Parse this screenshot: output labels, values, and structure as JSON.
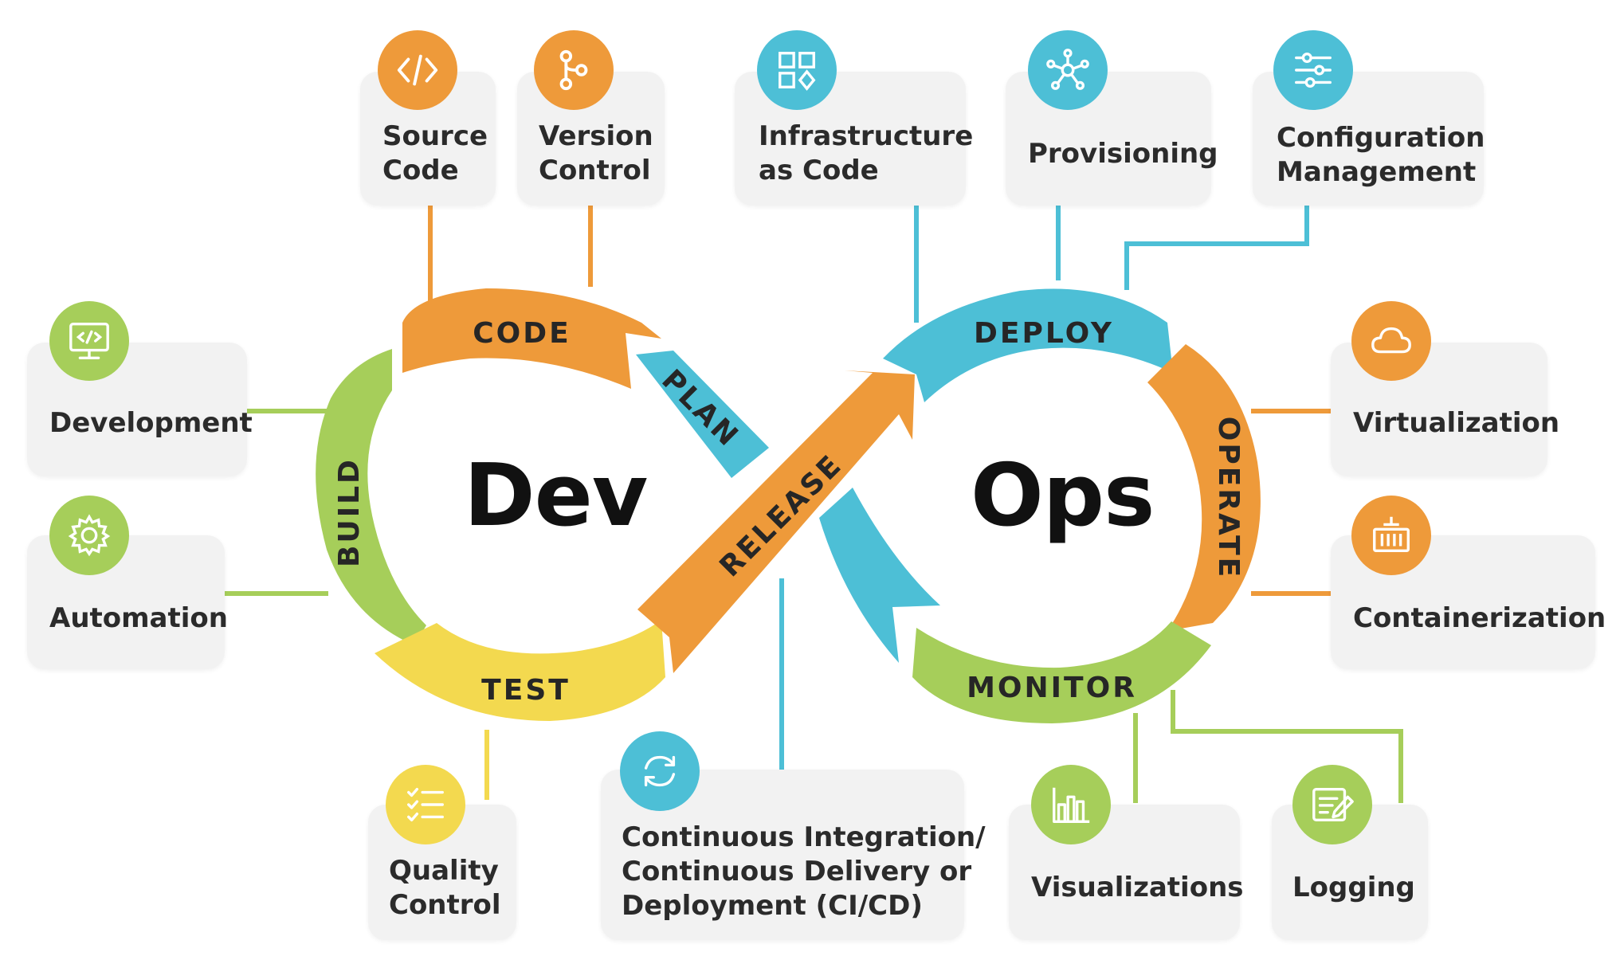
{
  "center": {
    "dev": "Dev",
    "ops": "Ops"
  },
  "stages": {
    "code": "CODE",
    "plan": "PLAN",
    "build": "BUILD",
    "test": "TEST",
    "release": "RELEASE",
    "deploy": "DEPLOY",
    "operate": "OPERATE",
    "monitor": "MONITOR"
  },
  "cards": {
    "source_code": "Source\nCode",
    "version_control": "Version\nControl",
    "iac": "Infrastructure\nas Code",
    "provisioning": "Provisioning",
    "config_mgmt": "Configuration\nManagement",
    "development": "Development",
    "automation": "Automation",
    "virtualization": "Virtualization",
    "containerization": "Containerization",
    "quality_control": "Quality\nControl",
    "cicd": "Continuous Integration/\nContinuous Delivery or\nDeployment (CI/CD)",
    "visualizations": "Visualizations",
    "logging": "Logging"
  },
  "icons": {
    "source_code": "code-brackets-icon",
    "version_control": "branch-icon",
    "iac": "infrastructure-blocks-icon",
    "provisioning": "network-hub-icon",
    "config_mgmt": "sliders-icon",
    "development": "monitor-code-icon",
    "automation": "gear-icon",
    "virtualization": "cloud-icon",
    "containerization": "container-icon",
    "quality_control": "checklist-icon",
    "cicd": "refresh-cycle-icon",
    "visualizations": "bar-chart-icon",
    "logging": "log-edit-icon"
  },
  "colors": {
    "orange": "#EE9A3A",
    "blue": "#4DBFD6",
    "green": "#A6CE5A",
    "yellow": "#F3D94F",
    "card": "#F2F2F2",
    "text": "#2B2B2B"
  }
}
